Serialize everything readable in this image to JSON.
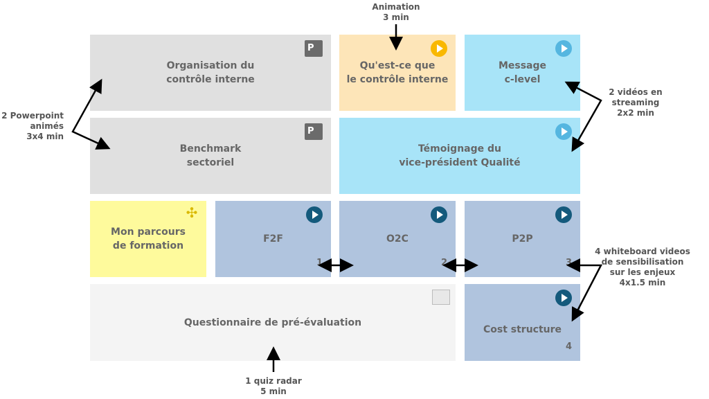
{
  "colors": {
    "grey": "#e0e0e0",
    "orange": "#fde5b8",
    "cyan": "#a8e4f8",
    "yellow": "#fefa9c",
    "blue": "#b0c4de",
    "light": "#f4f4f4",
    "play_orange": "#f9b800",
    "play_cyan": "#55b6e0",
    "play_navy": "#145a7c"
  },
  "tiles": {
    "org": "Organisation du\ncontrôle interne",
    "quest": "Qu'est-ce que\nle contrôle interne",
    "message": "Message\nc-level",
    "bench": "Benchmark\nsectoriel",
    "temoignage": "Témoignage du\nvice-président Qualité",
    "parcours": "Mon parcours\nde formation",
    "f2f": "F2F",
    "f2f_num": "1",
    "o2c": "O2C",
    "o2c_num": "2",
    "p2p": "P2P",
    "p2p_num": "3",
    "questionnaire": "Questionnaire de pré-évaluation",
    "cost": "Cost structure",
    "cost_num": "4"
  },
  "icons": {
    "ppt_letter": "P"
  },
  "notes": {
    "animation": "Animation\n3 min",
    "powerpoint": "2 Powerpoint\nanimés\n3x4 min",
    "streaming": "2 vidéos en\nstreaming\n2x2 min",
    "whiteboard": "4 whiteboard videos\nde sensibilisation\nsur les enjeux\n4x1.5 min",
    "quiz": "1 quiz radar\n5 min"
  }
}
